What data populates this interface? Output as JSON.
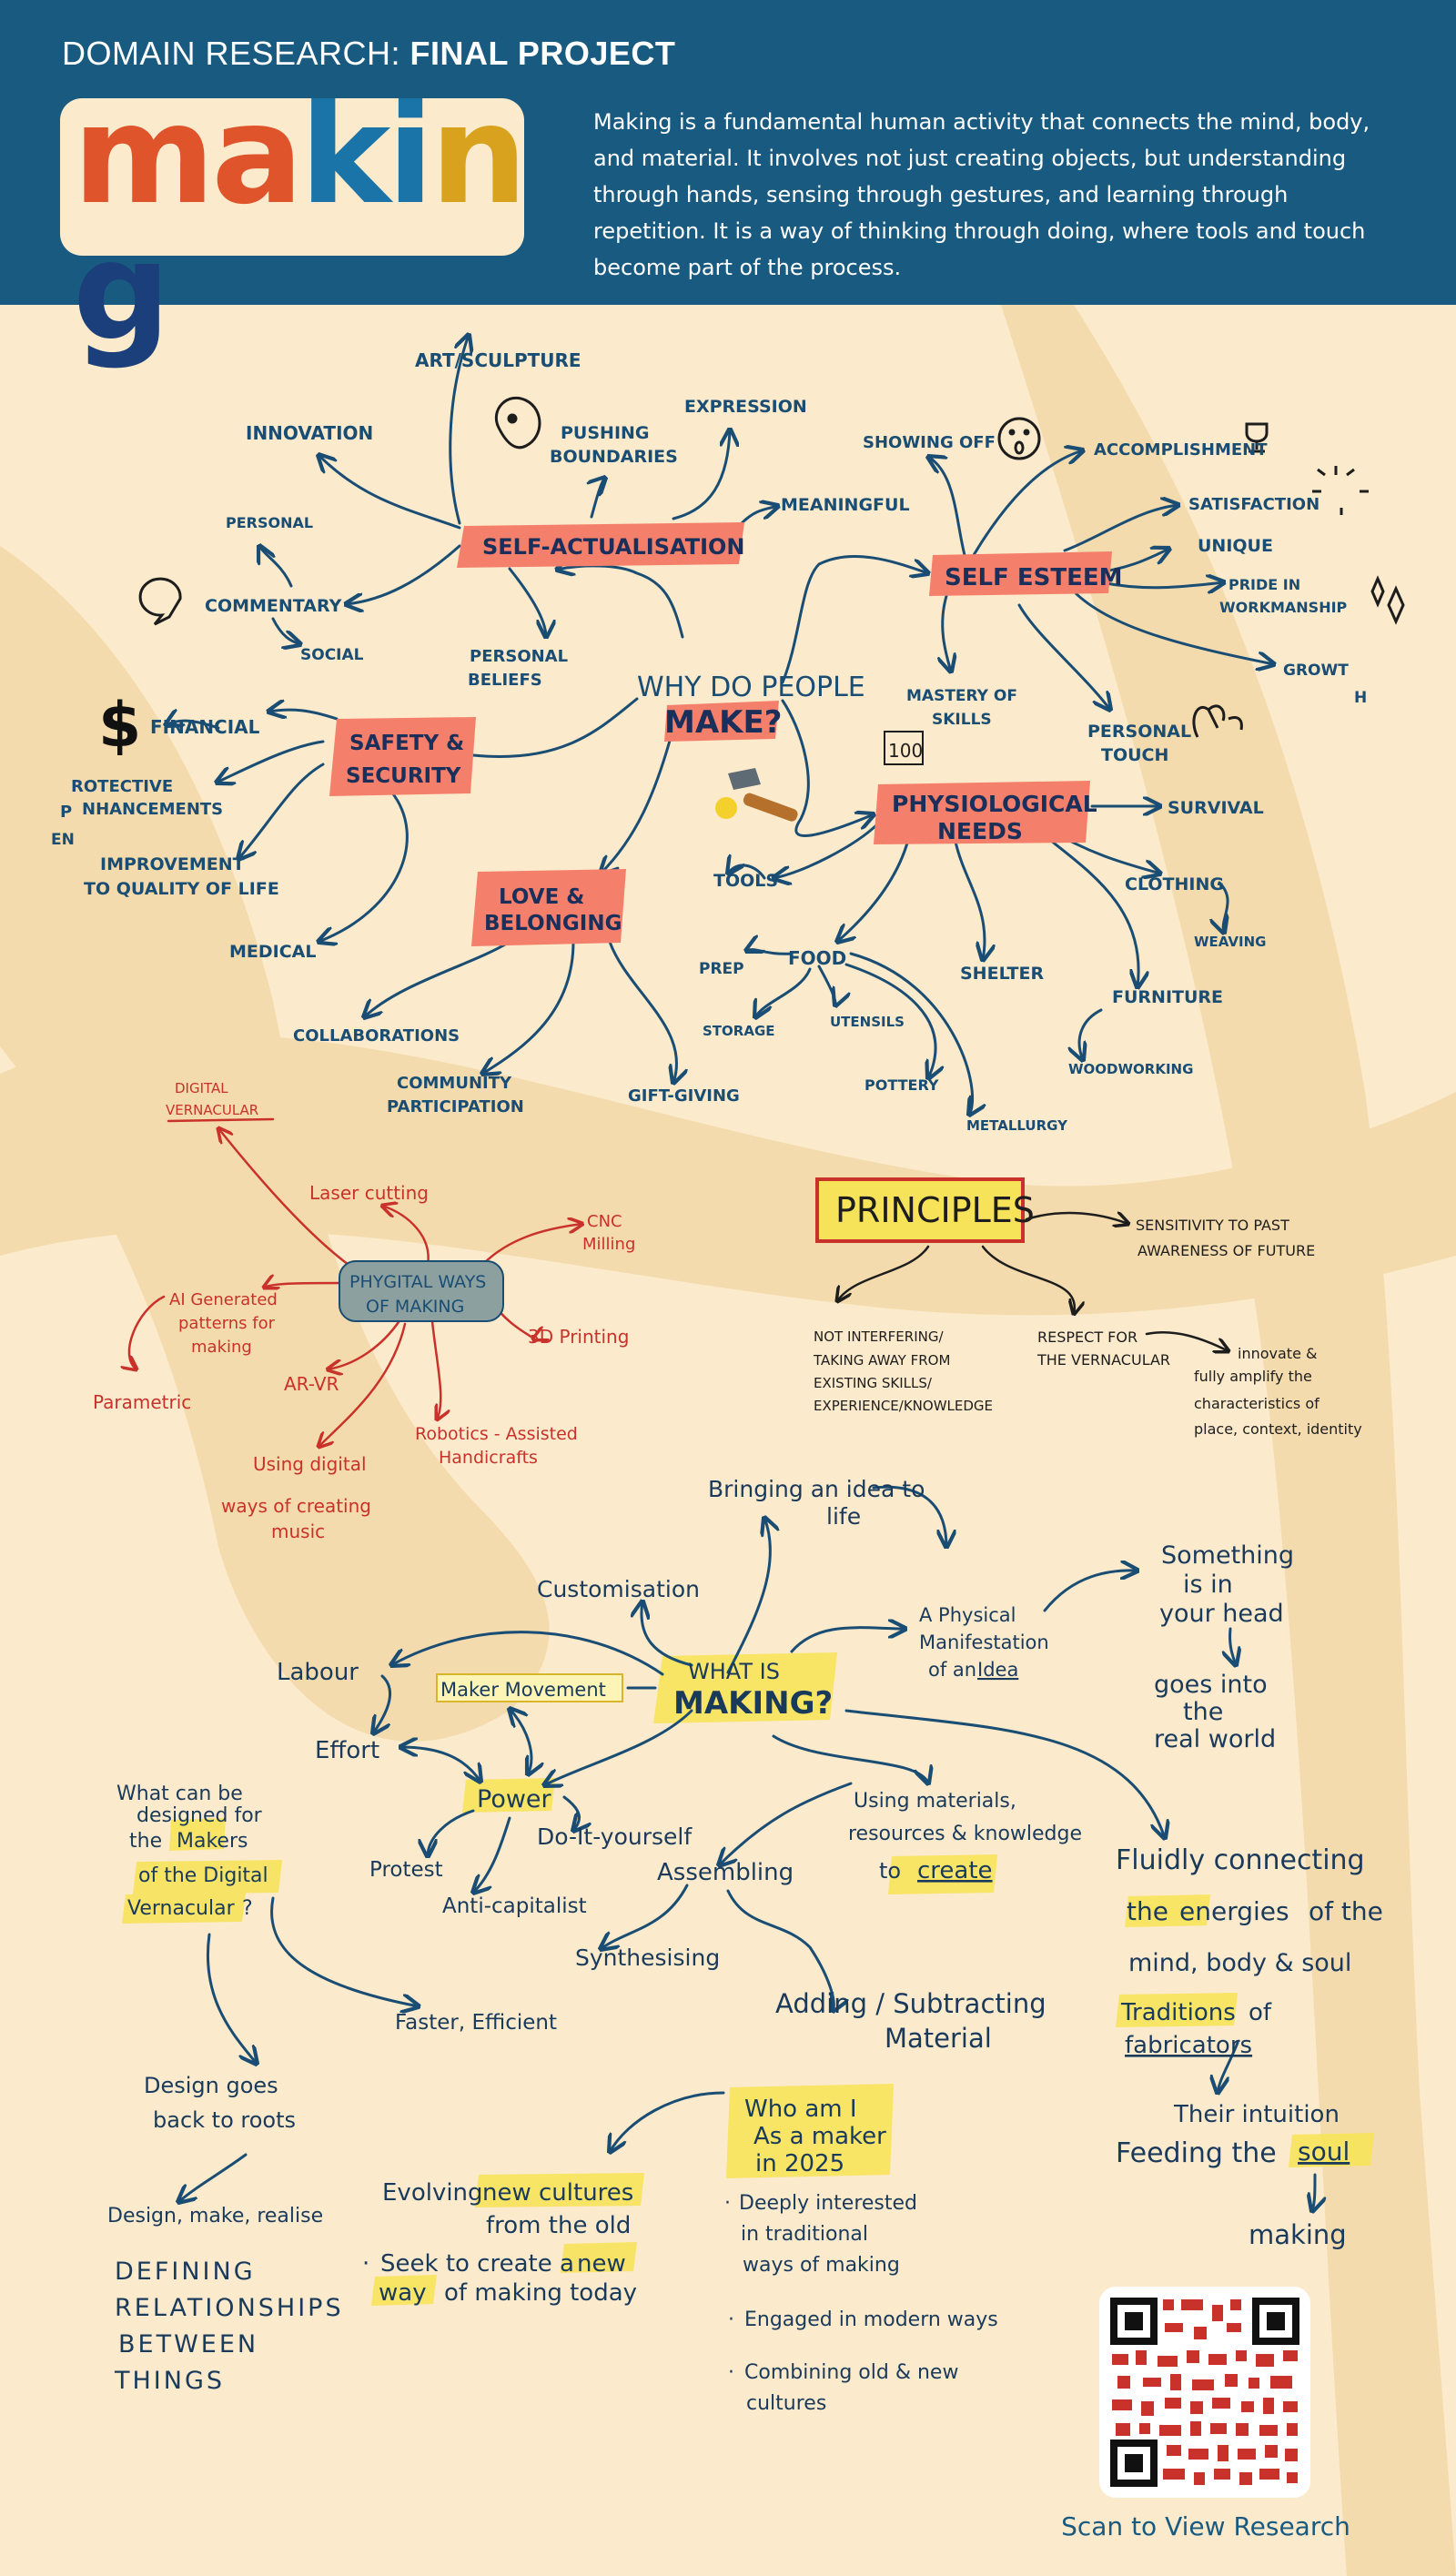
{
  "header": {
    "kicker": "DOMAIN RESEARCH: ",
    "title": "FINAL PROJECT",
    "logo_letters": [
      "m",
      "a",
      "k",
      "i",
      "n",
      "g"
    ],
    "intro": "Making is a fundamental human activity that connects the mind, body, and material. It involves not just creating objects, but understanding through hands, sensing through gestures, and learning through repetition. It is a way of thinking through doing, where tools and touch become part of the process."
  },
  "colors": {
    "header_bg": "#185a80",
    "page_bg": "#fbeacb",
    "ink_blue": "#1a4d74",
    "ink_red": "#c9322a",
    "box_salmon": "#f47f6b",
    "highlight_yellow": "#f7e35a",
    "logo": [
      "#e0542c",
      "#e0542c",
      "#1b74a8",
      "#1b74a8",
      "#d8a21e",
      "#1b74a8"
    ]
  },
  "mindmap1": {
    "center_a": "WHY DO PEOPLE",
    "center_b": "MAKE?",
    "self_actualisation": {
      "label": "SELF-ACTUALISATION",
      "innovation": "INNOVATION",
      "art": "ART/SCULPTURE",
      "pushing": [
        "PUSHING",
        "BOUNDARIES"
      ],
      "expression": "EXPRESSION",
      "meaningful": "MEANINGFUL",
      "personal": "PERSONAL",
      "commentary": "COMMENTARY",
      "social": "SOCIAL",
      "beliefs": [
        "PERSONAL",
        "BELIEFS"
      ]
    },
    "self_esteem": {
      "label": "SELF ESTEEM",
      "showing_off": "SHOWING OFF",
      "accomplishment": "ACCOMPLISHMENT",
      "satisfaction": "SATISFACTION",
      "unique": "UNIQUE",
      "pride": [
        "PRIDE IN",
        "WORKMANSHIP"
      ],
      "growth": "GROWT",
      "growth_h": "H",
      "mastery": [
        "MASTERY OF",
        "SKILLS"
      ],
      "touch": [
        "PERSONAL",
        "TOUCH"
      ],
      "score": "100"
    },
    "safety": {
      "label": [
        "SAFETY &",
        "SECURITY"
      ],
      "financial": "FINANCIAL",
      "protective": [
        "ROTECTIVE",
        "NHANCEMENTS"
      ],
      "protective_p": "P",
      "protective_e": "EN",
      "improvement": [
        "IMPROVEMENT",
        "TO QUALITY OF LIFE"
      ],
      "medical": "MEDICAL"
    },
    "physiological": {
      "label": [
        "PHYSIOLOGICAL",
        "NEEDS"
      ],
      "survival": "SURVIVAL",
      "clothing": "CLOTHING",
      "weaving": "WEAVING",
      "furniture": "FURNITURE",
      "woodworking": "WOODWORKING",
      "shelter": "SHELTER",
      "tools": "TOOLS",
      "food": "FOOD",
      "prep": "PREP",
      "storage": "STORAGE",
      "utensils": "UTENSILS",
      "pottery": "POTTERY",
      "metallurgy": "METALLURGY"
    },
    "love": {
      "label": [
        "LOVE &",
        "BELONGING"
      ],
      "collaborations": "COLLABORATIONS",
      "community": [
        "COMMUNITY",
        "PARTICIPATION"
      ],
      "gift": "GIFT-GIVING"
    }
  },
  "phygital": {
    "label": [
      "PHYGITAL WAYS",
      "OF MAKING"
    ],
    "digital_vernacular": [
      "DIGITAL",
      "VERNACULAR"
    ],
    "laser": "Laser cutting",
    "cnc": [
      "CNC",
      "Milling"
    ],
    "ai": [
      "AI Generated",
      "patterns for",
      "making"
    ],
    "parametric": "Parametric",
    "printing": "3D Printing",
    "arvr": "AR-VR",
    "robotics": [
      "Robotics - Assisted",
      "Handicrafts"
    ],
    "music": [
      "Using digital",
      "ways of creating",
      "music"
    ]
  },
  "principles": {
    "label": "PRINCIPLES",
    "sensitivity": [
      "SENSITIVITY TO PAST",
      "AWARENESS OF FUTURE"
    ],
    "not_interfering": [
      "NOT INTERFERING/",
      "TAKING AWAY FROM",
      "EXISTING SKILLS/",
      "EXPERIENCE/KNOWLEDGE"
    ],
    "respect": [
      "RESPECT FOR",
      "THE VERNACULAR"
    ],
    "innovate": [
      "innovate &",
      "fully amplify the",
      "characteristics of",
      "place, context, identity"
    ]
  },
  "mindmap2": {
    "center_a": "WHAT IS",
    "center_b": "MAKING?",
    "bringing": [
      "Bringing an idea to",
      "life"
    ],
    "customisation": "Customisation",
    "physical": [
      "A Physical",
      "Manifestation",
      "of an"
    ],
    "idea": "Idea",
    "something": [
      "Something",
      "is in",
      "your head"
    ],
    "goes": [
      "goes into",
      "the",
      "real world"
    ],
    "labour": "Labour",
    "maker_movement": "Maker Movement",
    "effort": "Effort",
    "power": "Power",
    "protest": "Protest",
    "anticap": "Anti-capitalist",
    "diy": "Do-It-yourself",
    "using": [
      "Using materials,",
      "resources & knowledge",
      "to"
    ],
    "create": "create",
    "assembling": "Assembling",
    "synthesising": "Synthesising",
    "adding": [
      "Adding / Subtracting",
      "Material"
    ],
    "faster": "Faster, Efficient",
    "what_can": [
      "What can be",
      "designed for",
      "the"
    ],
    "makers": "Makers",
    "of_digital": "of the Digital",
    "vernacular": "Vernacular",
    "qmark": "?",
    "design_goes": [
      "Design goes",
      "back to roots"
    ],
    "design_make": "Design, make, realise",
    "defining": [
      "DEFINING",
      "RELATIONSHIPS",
      "BETWEEN",
      "THINGS"
    ],
    "fluidly": "Fluidly connecting",
    "energies_pre": "the",
    "energies": "energies",
    "energies_post": "of the",
    "mind": "mind, body & soul",
    "traditions": "Traditions",
    "traditions_of": "of",
    "fabricators": "fabricators",
    "intuition": "Their intuition",
    "feeding": "Feeding the",
    "soul": "soul",
    "making": "making",
    "who": [
      "Who am I",
      "As a maker",
      "in 2025"
    ],
    "evolving_pre": "Evolving",
    "evolving_hl": "new cultures",
    "evolving_post": "from the old",
    "seek_pre": "Seek to create a",
    "seek_hl1": "new",
    "seek_hl2": "way",
    "seek_post": "of making today",
    "deeply": [
      "Deeply interested",
      "in traditional",
      "ways of making"
    ],
    "engaged": "Engaged in modern ways",
    "combining": [
      "Combining old & new",
      "cultures"
    ]
  },
  "qr_caption": "Scan to View Research"
}
